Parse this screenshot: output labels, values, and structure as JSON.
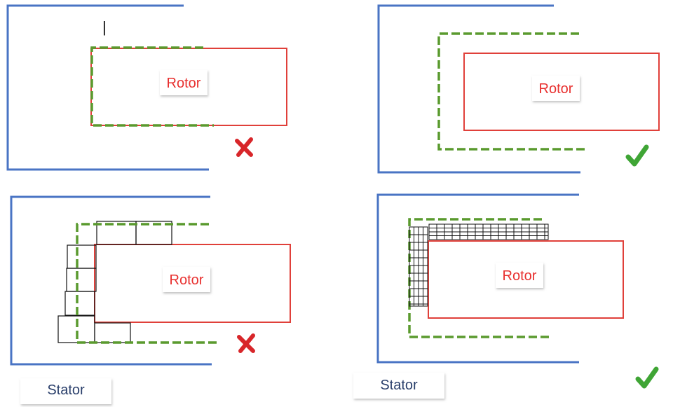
{
  "rotor_label": "Rotor",
  "stator_label": "Stator",
  "stray_mark": "|",
  "icons": {
    "wrong": "cross-mark-icon",
    "right": "check-mark-icon"
  },
  "colors": {
    "stator": "#4a74c4",
    "rotor": "#e0403a",
    "boundary": "#5a9a2e",
    "cross": "#d8262a",
    "check": "#3fa535",
    "mesh": "#111111"
  },
  "panels": [
    {
      "name": "coarse-boundary-touching-rotor",
      "verdict": "wrong"
    },
    {
      "name": "boundary-with-clearance",
      "verdict": "right"
    },
    {
      "name": "coarse-mesh-cells",
      "verdict": "wrong"
    },
    {
      "name": "fine-mesh-cells",
      "verdict": "right"
    }
  ]
}
